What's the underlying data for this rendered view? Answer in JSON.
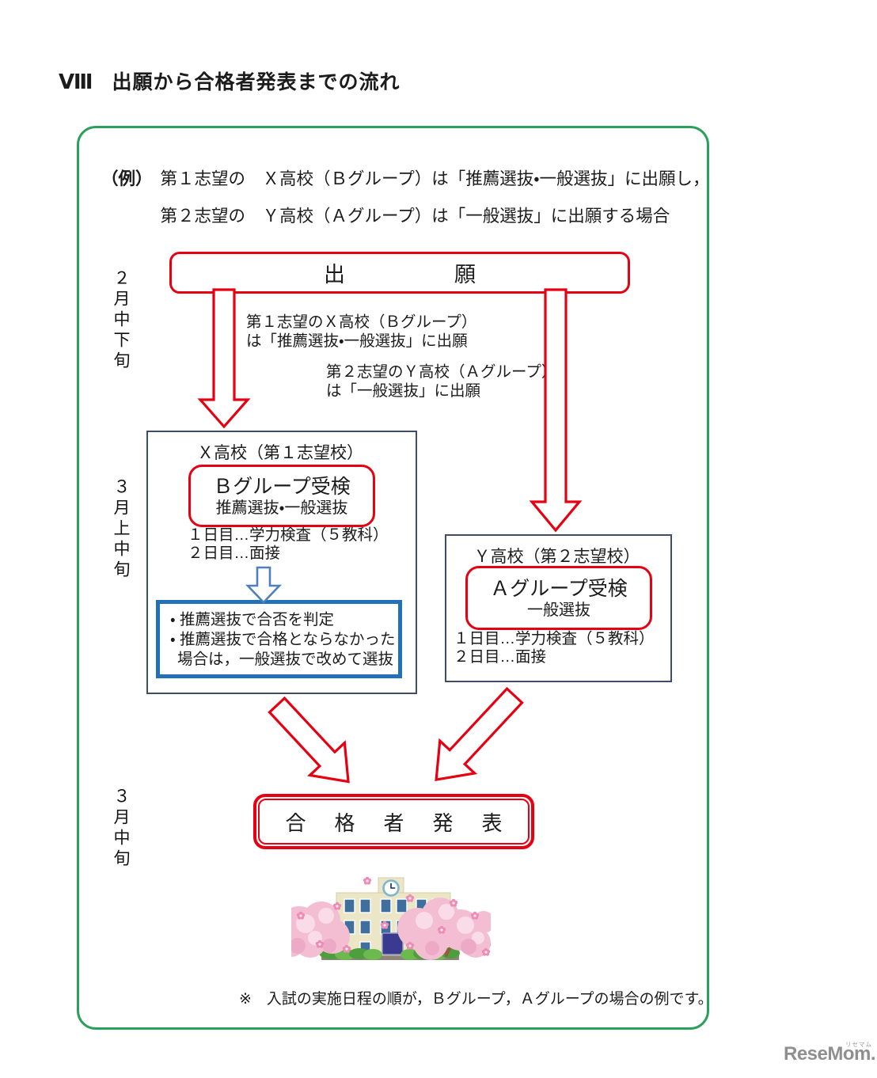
{
  "header": {
    "section": "Ⅷ",
    "title": "出願から合格者発表までの流れ"
  },
  "example": {
    "label": "（例）",
    "line1": "第１志望の　Ｘ高校（Ｂグループ）は「推薦選抜・一般選抜」に出願し，",
    "line2": "第２志望の　Ｙ高校（Ａグループ）は「一般選抜」に出願する場合"
  },
  "timeline": {
    "feb_mid_late": "２月中下旬",
    "mar_early_mid": "３月上中旬",
    "mar_mid": "３月中旬"
  },
  "application": {
    "label": "出願"
  },
  "branch_notes": {
    "x_line1": "第１志望のＸ高校（Ｂグループ）",
    "x_line2": "は「推薦選抜・一般選抜」に出願",
    "y_line1": "第２志望のＹ高校（Ａグループ）",
    "y_line2": "は「一般選抜」に出願"
  },
  "school_x": {
    "title": "Ｘ高校（第１志望校）",
    "exam": "Ｂグループ受検",
    "exam_type": "推薦選抜・一般選抜",
    "day1": "１日目…学力検査（５教科）",
    "day2": "２日目…面接",
    "result": {
      "bullet1": "・ 推薦選抜で合否を判定",
      "bullet2": "・ 推薦選抜で合格とならなかった",
      "bullet3": "場合は，一般選抜で改めて選抜"
    }
  },
  "school_y": {
    "title": "Ｙ高校（第２志望校）",
    "exam": "Ａグループ受検",
    "exam_type": "一般選抜",
    "day1": "１日目…学力検査（５教科）",
    "day2": "２日目…面接"
  },
  "announcement": {
    "label": "合格者発表"
  },
  "footnote": "※　入試の実施日程の順が，Ｂグループ，Ａグループの場合の例です。",
  "logo": {
    "text": "ReseMom.",
    "ruby": "リセマム"
  },
  "colors": {
    "red": "#e60012",
    "green": "#2ba05a",
    "blue_box": "#2170b8",
    "blue_arrow": "#4e80bd",
    "box_border": "#3f4e63"
  }
}
